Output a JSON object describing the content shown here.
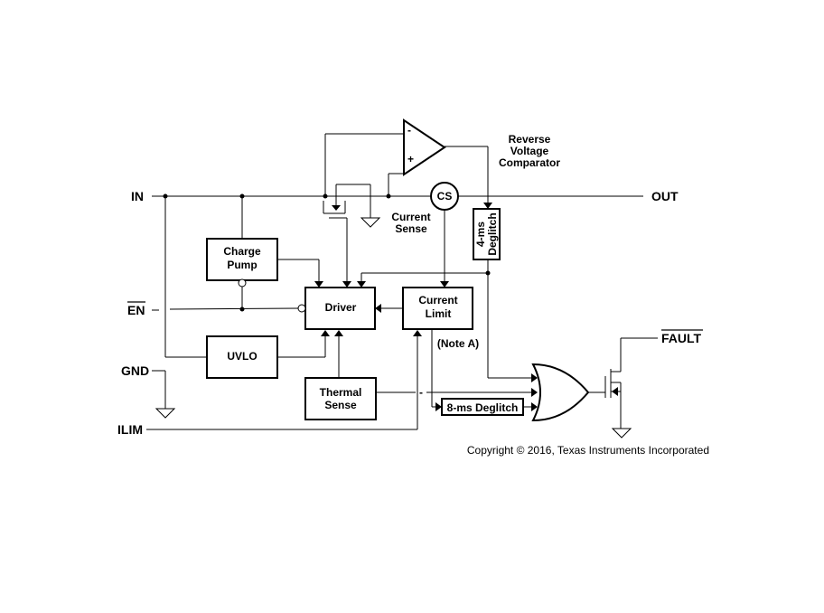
{
  "pins": {
    "in": "IN",
    "out": "OUT",
    "en": "EN",
    "gnd": "GND",
    "ilim": "ILIM",
    "fault": "FAULT"
  },
  "blocks": {
    "charge_pump": [
      "Charge",
      "Pump"
    ],
    "uvlo": "UVLO",
    "driver": "Driver",
    "current_limit": [
      "Current",
      "Limit"
    ],
    "thermal_sense": [
      "Thermal",
      "Sense"
    ],
    "deglitch_4ms": [
      "4-ms",
      "Deglitch"
    ],
    "deglitch_8ms": "8-ms Deglitch",
    "cs": "CS"
  },
  "labels": {
    "reverse_comparator": [
      "Reverse",
      "Voltage",
      "Comparator"
    ],
    "current_sense": [
      "Current",
      "Sense"
    ],
    "note": "(Note A)",
    "minus": "-",
    "plus": "+",
    "dash": "-"
  },
  "copyright": "Copyright © 2016, Texas Instruments Incorporated"
}
